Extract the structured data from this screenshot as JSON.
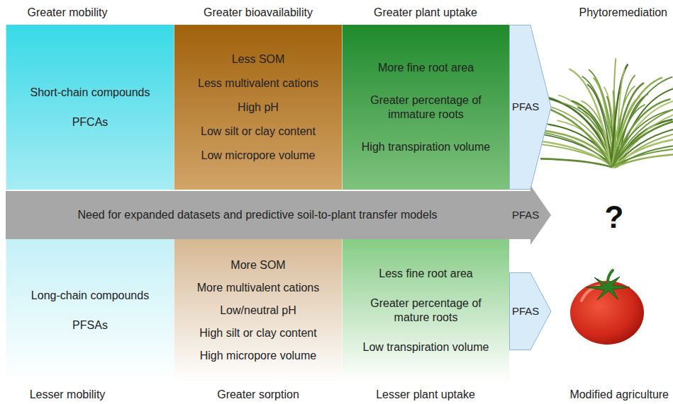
{
  "diagram": {
    "nodes": [
      {
        "text": [
          "Short-chain compounds",
          "PFCAs"
        ]
      },
      {
        "text": [
          "Less SOM",
          "Less multivalent cations",
          "High pH",
          "Low silt or clay content",
          "Low micropore volume"
        ]
      },
      {
        "text": [
          "More fine root area",
          "Greater percentage of immature roots",
          "High transpiration volume"
        ]
      },
      {
        "text": [
          "PFAS"
        ]
      },
      {
        "text": [
          "Need for expanded datasets and predictive soil-to-plant transfer models"
        ]
      },
      {
        "text": [
          "PFAS"
        ]
      },
      {
        "text": [
          "Long-chain compounds",
          "PFSAs"
        ]
      },
      {
        "text": [
          "More SOM",
          "More multivalent cations",
          "Low/neutral pH",
          "High silt or clay content",
          "High micropore volume"
        ]
      },
      {
        "text": [
          "Less fine root area",
          "Greater percentage of mature roots",
          "Low transpiration volume"
        ]
      },
      {
        "text": [
          "PFAS"
        ]
      }
    ],
    "labels": [
      "Greater mobility",
      "Greater bioavailability",
      "Greater plant uptake",
      "Phytoremediation",
      "Lesser mobility",
      "Greater sorption",
      "Lesser plant uptake",
      "Modified agriculture",
      "?"
    ]
  }
}
